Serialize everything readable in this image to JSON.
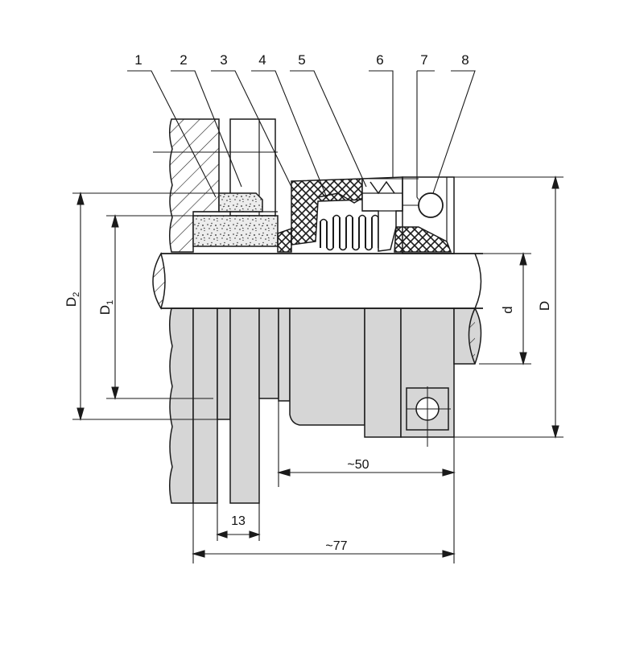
{
  "callouts": [
    "1",
    "2",
    "3",
    "4",
    "5",
    "6",
    "7",
    "8"
  ],
  "dimensions": {
    "D2": {
      "main": "D",
      "sub": "2"
    },
    "D1": {
      "main": "D",
      "sub": "1"
    },
    "d": "d",
    "D": "D",
    "len_50": "~50",
    "len_13": "13",
    "len_77": "~77"
  },
  "colors": {
    "fill_gray": "#d6d6d6",
    "line": "#1a1a1a"
  }
}
